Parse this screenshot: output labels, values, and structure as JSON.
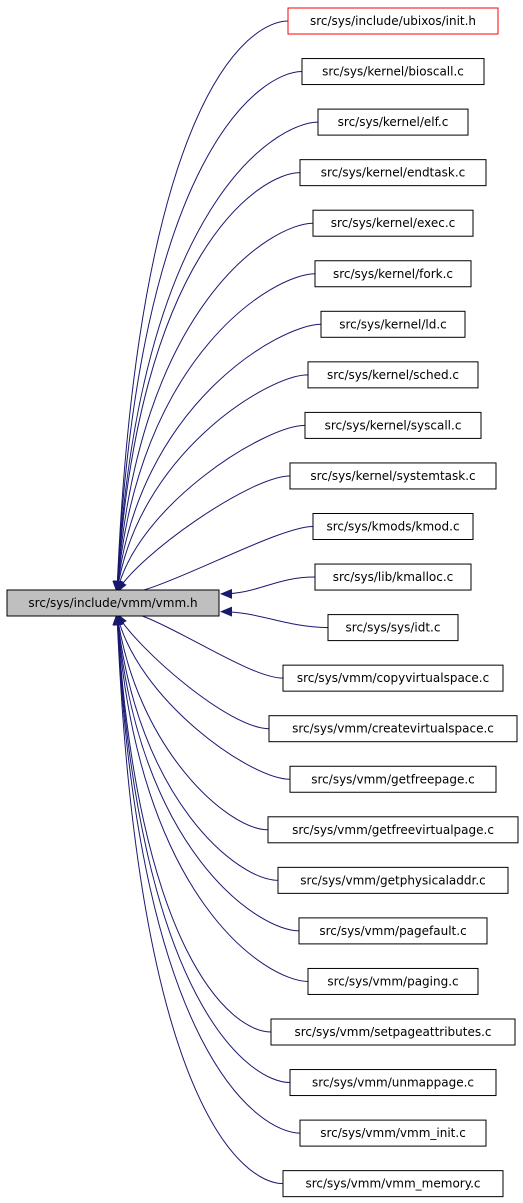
{
  "graph": {
    "root": {
      "label": "src/sys/include/vmm/vmm.h",
      "fill": "#bfbfbf",
      "stroke": "#000000"
    },
    "edge_color": "#191970",
    "nodes": [
      {
        "label": "src/sys/include/ubixos/init.h",
        "stroke": "#ff0000"
      },
      {
        "label": "src/sys/kernel/bioscall.c",
        "stroke": "#000000"
      },
      {
        "label": "src/sys/kernel/elf.c",
        "stroke": "#000000"
      },
      {
        "label": "src/sys/kernel/endtask.c",
        "stroke": "#000000"
      },
      {
        "label": "src/sys/kernel/exec.c",
        "stroke": "#000000"
      },
      {
        "label": "src/sys/kernel/fork.c",
        "stroke": "#000000"
      },
      {
        "label": "src/sys/kernel/ld.c",
        "stroke": "#000000"
      },
      {
        "label": "src/sys/kernel/sched.c",
        "stroke": "#000000"
      },
      {
        "label": "src/sys/kernel/syscall.c",
        "stroke": "#000000"
      },
      {
        "label": "src/sys/kernel/systemtask.c",
        "stroke": "#000000"
      },
      {
        "label": "src/sys/kmods/kmod.c",
        "stroke": "#000000"
      },
      {
        "label": "src/sys/lib/kmalloc.c",
        "stroke": "#000000"
      },
      {
        "label": "src/sys/sys/idt.c",
        "stroke": "#000000"
      },
      {
        "label": "src/sys/vmm/copyvirtualspace.c",
        "stroke": "#000000"
      },
      {
        "label": "src/sys/vmm/createvirtualspace.c",
        "stroke": "#000000"
      },
      {
        "label": "src/sys/vmm/getfreepage.c",
        "stroke": "#000000"
      },
      {
        "label": "src/sys/vmm/getfreevirtualpage.c",
        "stroke": "#000000"
      },
      {
        "label": "src/sys/vmm/getphysicaladdr.c",
        "stroke": "#000000"
      },
      {
        "label": "src/sys/vmm/pagefault.c",
        "stroke": "#000000"
      },
      {
        "label": "src/sys/vmm/paging.c",
        "stroke": "#000000"
      },
      {
        "label": "src/sys/vmm/setpageattributes.c",
        "stroke": "#000000"
      },
      {
        "label": "src/sys/vmm/unmappage.c",
        "stroke": "#000000"
      },
      {
        "label": "src/sys/vmm/vmm_init.c",
        "stroke": "#000000"
      },
      {
        "label": "src/sys/vmm/vmm_memory.c",
        "stroke": "#000000"
      }
    ]
  }
}
